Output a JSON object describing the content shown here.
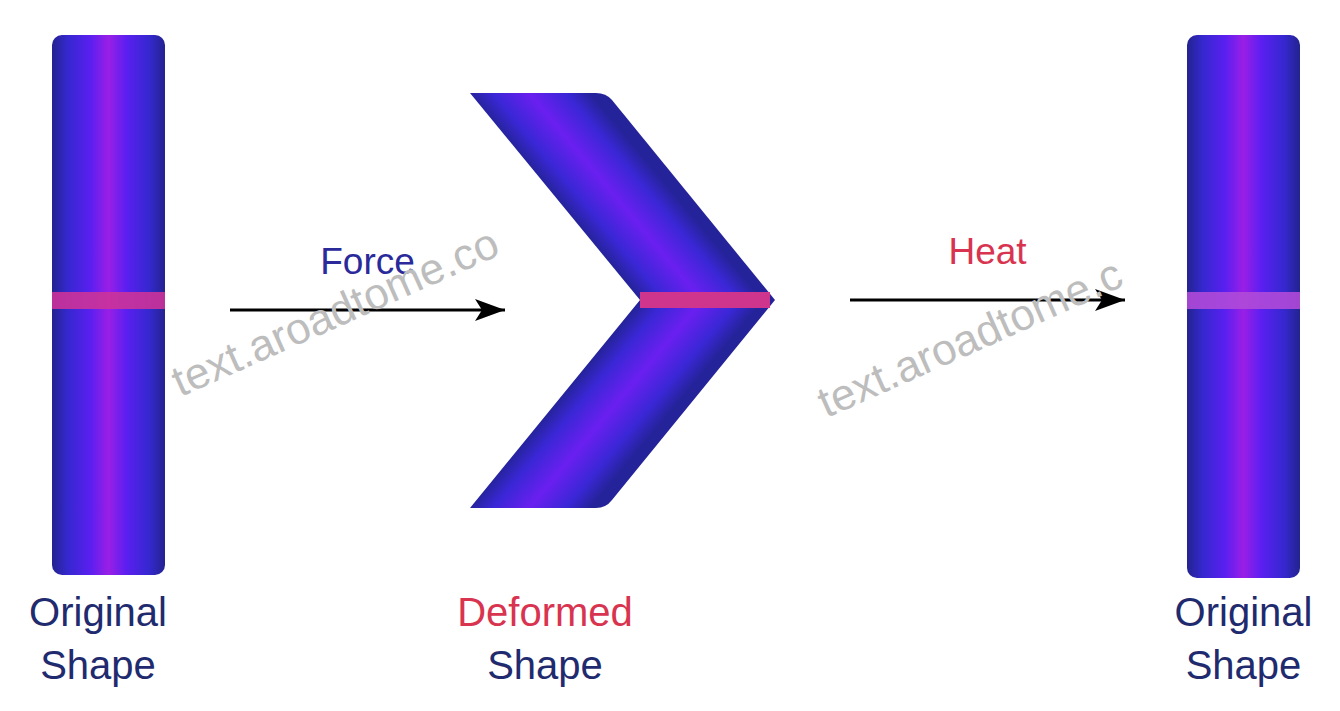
{
  "diagram": {
    "nodes": [
      {
        "text": [
          "Original Shape"
        ]
      },
      {
        "text": [
          "Deformed Shape"
        ]
      },
      {
        "text": [
          "Original Shape"
        ]
      }
    ],
    "edges": [
      {
        "from": 0,
        "to": 1,
        "arrow": "to",
        "label": "Force"
      },
      {
        "from": 1,
        "to": 2,
        "arrow": "to",
        "label": "Heat"
      }
    ],
    "labels": [
      "text.aroadtome.co",
      "text.aroadtome.c"
    ]
  }
}
